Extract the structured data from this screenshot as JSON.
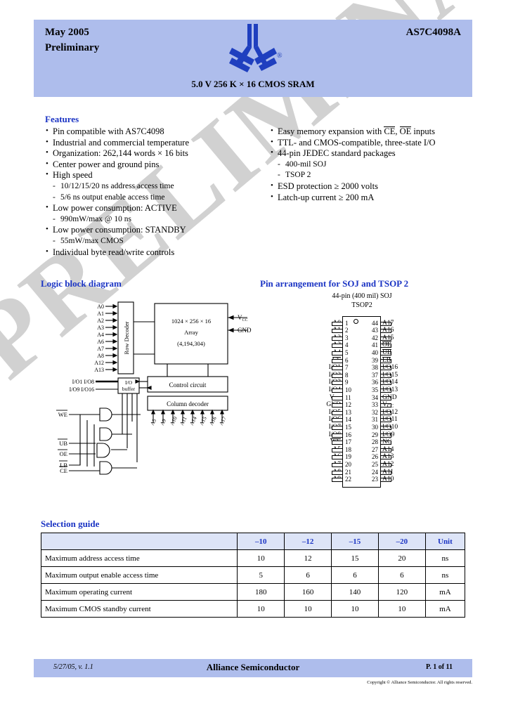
{
  "header": {
    "date": "May 2005",
    "status": "Preliminary",
    "part_number": "AS7C4098A",
    "subtitle": "5.0 V 256 K × 16 CMOS SRAM",
    "registered_mark": "®",
    "band_color": "#aebdec",
    "logo_color": "#1f3fbf"
  },
  "watermark": {
    "text": "PRELIMINARY",
    "color": "#c9c9c9"
  },
  "features": {
    "title": "Features",
    "left": [
      {
        "type": "bullet",
        "text": "Pin compatible with AS7C4098"
      },
      {
        "type": "bullet",
        "text": "Industrial and commercial temperature"
      },
      {
        "type": "bullet",
        "text": "Organization: 262,144  words × 16 bits"
      },
      {
        "type": "bullet",
        "text": "Center power and ground pins"
      },
      {
        "type": "bullet",
        "text": "High speed"
      },
      {
        "type": "dash",
        "text": "10/12/15/20 ns address access time"
      },
      {
        "type": "dash",
        "text": "5/6 ns output enable access time"
      },
      {
        "type": "bullet",
        "text": "Low power consumption: ACTIVE"
      },
      {
        "type": "dash",
        "text": "990mW/max @ 10 ns"
      },
      {
        "type": "bullet",
        "text": "Low power consumption: STANDBY"
      },
      {
        "type": "dash",
        "text": "55mW/max CMOS"
      },
      {
        "type": "bullet",
        "text": "Individual byte read/write controls"
      }
    ],
    "right": [
      {
        "type": "bullet",
        "html": "Easy memory expansion with <span class=\"ovl\">CE</span>, <span class=\"ovl\">OE</span> inputs"
      },
      {
        "type": "bullet",
        "text": "TTL- and CMOS-compatible, three-state I/O"
      },
      {
        "type": "bullet",
        "text": "44-pin JEDEC standard packages"
      },
      {
        "type": "dash",
        "text": "400-mil SOJ"
      },
      {
        "type": "dash",
        "text": "TSOP 2"
      },
      {
        "type": "bullet",
        "text": "ESD protection ≥ 2000 volts"
      },
      {
        "type": "bullet",
        "text": "Latch-up current ≥ 200 mA"
      }
    ]
  },
  "logic_block_diagram": {
    "title": "Logic block diagram",
    "row_address_inputs": [
      "A0",
      "A1",
      "A2",
      "A3",
      "A4",
      "A6",
      "A7",
      "A8",
      "A12",
      "A13"
    ],
    "row_decoder_label": "Row  Decoder",
    "array_lines": [
      "1024 × 256 × 16",
      "Array",
      "(4,194,304)"
    ],
    "power_labels": [
      "V",
      "CC",
      "GND"
    ],
    "vcc_label": "V",
    "vcc_sub": "CC",
    "gnd_label": "GND",
    "io_inputs": [
      "I/O1  I/O8",
      "I/O9  I/O16"
    ],
    "io_buffer_label": [
      "I/O",
      "buffer"
    ],
    "control_circuit_label": "Control circuit",
    "column_decoder_label": "Column decoder",
    "column_address_inputs": [
      "A5",
      "A9",
      "A10",
      "A11",
      "A14",
      "A15",
      "A16",
      "A17"
    ],
    "control_signals": [
      "WE",
      "UB",
      "OE",
      "LB",
      "CE"
    ]
  },
  "pin_arrangement": {
    "title": "Pin arrangement for SOJ and TSOP 2",
    "caption1": "44-pin (400 mil) SOJ",
    "caption2": "TSOP2",
    "left_pins": [
      {
        "num": "1",
        "label": "A0"
      },
      {
        "num": "2",
        "label": "A1"
      },
      {
        "num": "3",
        "label": "A2"
      },
      {
        "num": "4",
        "label": "A3"
      },
      {
        "num": "5",
        "label": "A4"
      },
      {
        "num": "6",
        "label": "CE",
        "overline": true
      },
      {
        "num": "7",
        "label": "I/O1"
      },
      {
        "num": "8",
        "label": "I/O2"
      },
      {
        "num": "9",
        "label": "I/O3"
      },
      {
        "num": "10",
        "label": "I/O4"
      },
      {
        "num": "11",
        "label": "Vcc",
        "sub": "CC",
        "base": "V"
      },
      {
        "num": "12",
        "label": "GND"
      },
      {
        "num": "13",
        "label": "I/O5"
      },
      {
        "num": "14",
        "label": "I/O6"
      },
      {
        "num": "15",
        "label": "I/O7"
      },
      {
        "num": "16",
        "label": "I/O8"
      },
      {
        "num": "17",
        "label": "WE",
        "overline": true
      },
      {
        "num": "18",
        "label": "A5"
      },
      {
        "num": "19",
        "label": "A6"
      },
      {
        "num": "20",
        "label": "A7"
      },
      {
        "num": "21",
        "label": "A8"
      },
      {
        "num": "22",
        "label": "A9"
      }
    ],
    "right_pins": [
      {
        "num": "44",
        "label": "A17"
      },
      {
        "num": "43",
        "label": "A16"
      },
      {
        "num": "42",
        "label": "A15"
      },
      {
        "num": "41",
        "label": "OE",
        "overline": true
      },
      {
        "num": "40",
        "label": "UB",
        "overline": true
      },
      {
        "num": "39",
        "label": "LB",
        "overline": true
      },
      {
        "num": "38",
        "label": "I/O16"
      },
      {
        "num": "37",
        "label": "I/O15"
      },
      {
        "num": "36",
        "label": "I/O14"
      },
      {
        "num": "35",
        "label": "I/O13"
      },
      {
        "num": "34",
        "label": "GND"
      },
      {
        "num": "33",
        "label": "Vcc",
        "sub": "CC",
        "base": "V"
      },
      {
        "num": "32",
        "label": "I/O12"
      },
      {
        "num": "31",
        "label": "I/O11"
      },
      {
        "num": "30",
        "label": "I/O10"
      },
      {
        "num": "29",
        "label": "I/O9"
      },
      {
        "num": "28",
        "label": "NC"
      },
      {
        "num": "27",
        "label": "A14"
      },
      {
        "num": "26",
        "label": "A13"
      },
      {
        "num": "25",
        "label": "A12"
      },
      {
        "num": "24",
        "label": "A11"
      },
      {
        "num": "23",
        "label": "A10"
      }
    ]
  },
  "selection_guide": {
    "title": "Selection guide",
    "columns": [
      "",
      "–10",
      "–12",
      "–15",
      "–20",
      "Unit"
    ],
    "rows": [
      {
        "label": "Maximum address access time",
        "values": [
          "10",
          "12",
          "15",
          "20"
        ],
        "unit": "ns"
      },
      {
        "label": "Maximum output enable access time",
        "values": [
          "5",
          "6",
          "6",
          "6"
        ],
        "unit": "ns"
      },
      {
        "label": "Maximum operating current",
        "values": [
          "180",
          "160",
          "140",
          "120"
        ],
        "unit": "mA"
      },
      {
        "label": "Maximum CMOS standby current",
        "values": [
          "10",
          "10",
          "10",
          "10"
        ],
        "unit": "mA"
      }
    ]
  },
  "footer": {
    "revision": "5/27/05, v. 1.1",
    "company": "Alliance Semiconductor",
    "page": "P. 1 of 11",
    "copyright": "Copyright © Alliance Semiconductor. All rights reserved."
  }
}
